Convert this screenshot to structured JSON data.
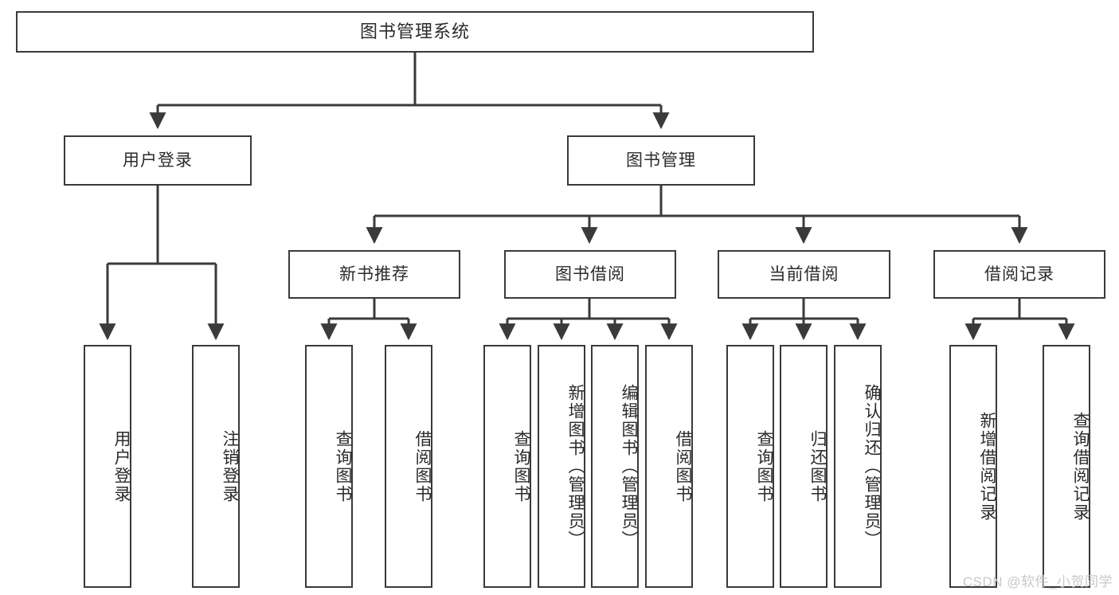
{
  "diagram": {
    "type": "tree",
    "title": "图书管理系统",
    "colors": {
      "box_border": "#3a3a3a",
      "box_fill": "#ffffff",
      "edge": "#3a3a3a",
      "text": "#2b2b2b",
      "watermark": "#c9c9c9"
    },
    "nodes": {
      "root": {
        "label": "图书管理系统"
      },
      "level2": [
        {
          "id": "user-login",
          "label": "用户登录"
        },
        {
          "id": "book-management",
          "label": "图书管理"
        }
      ],
      "level3": [
        {
          "id": "new-book-recommend",
          "label": "新书推荐"
        },
        {
          "id": "book-borrow",
          "label": "图书借阅"
        },
        {
          "id": "current-borrow",
          "label": "当前借阅"
        },
        {
          "id": "borrow-record",
          "label": "借阅记录"
        }
      ],
      "leaves": {
        "user-login": [
          {
            "id": "leaf-user-login",
            "label": "用户登录"
          },
          {
            "id": "leaf-logout",
            "label": "注销登录"
          }
        ],
        "new-book-recommend": [
          {
            "id": "leaf-query-book-1",
            "label": "查询图书"
          },
          {
            "id": "leaf-borrow-book-1",
            "label": "借阅图书"
          }
        ],
        "book-borrow": [
          {
            "id": "leaf-query-book-2",
            "label": "查询图书"
          },
          {
            "id": "leaf-add-book",
            "label": "新增图书（管理员）"
          },
          {
            "id": "leaf-edit-book",
            "label": "编辑图书（管理员）"
          },
          {
            "id": "leaf-borrow-book-2",
            "label": "借阅图书"
          }
        ],
        "current-borrow": [
          {
            "id": "leaf-query-book-3",
            "label": "查询图书"
          },
          {
            "id": "leaf-return-book",
            "label": "归还图书"
          },
          {
            "id": "leaf-confirm-return",
            "label": "确认归还（管理员）"
          }
        ],
        "borrow-record": [
          {
            "id": "leaf-add-record",
            "label": "新增借阅记录"
          },
          {
            "id": "leaf-query-record",
            "label": "查询借阅记录"
          }
        ]
      }
    },
    "watermark": "CSDN @软件_小贺同学"
  }
}
